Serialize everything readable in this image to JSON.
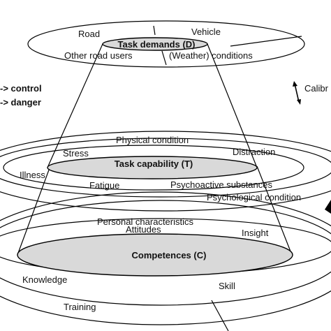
{
  "diagram": {
    "task_demands": {
      "title": "Task demands (D)",
      "items": [
        "Road",
        "Vehicle",
        "Other road users",
        "(Weather) conditions"
      ]
    },
    "left_notes": [
      "-> control",
      "-> danger"
    ],
    "right_note": "Calibr",
    "task_capability": {
      "title": "Task capability (T)",
      "items": [
        "Physical condition",
        "Stress",
        "Distraction",
        "Illness",
        "Fatigue",
        "Psychoactive substances",
        "Psychological condition"
      ]
    },
    "competences": {
      "title": "Competences (C)",
      "items": [
        "Personal characteristics",
        "Attitudes",
        "Insight",
        "Knowledge",
        "Skill",
        "Training"
      ]
    },
    "colors": {
      "ellipse_fill": "#d9d9d9",
      "stroke": "#000000",
      "background": "#ffffff"
    },
    "icons": [
      "double-arrow-icon",
      "arrowhead-icon"
    ]
  }
}
